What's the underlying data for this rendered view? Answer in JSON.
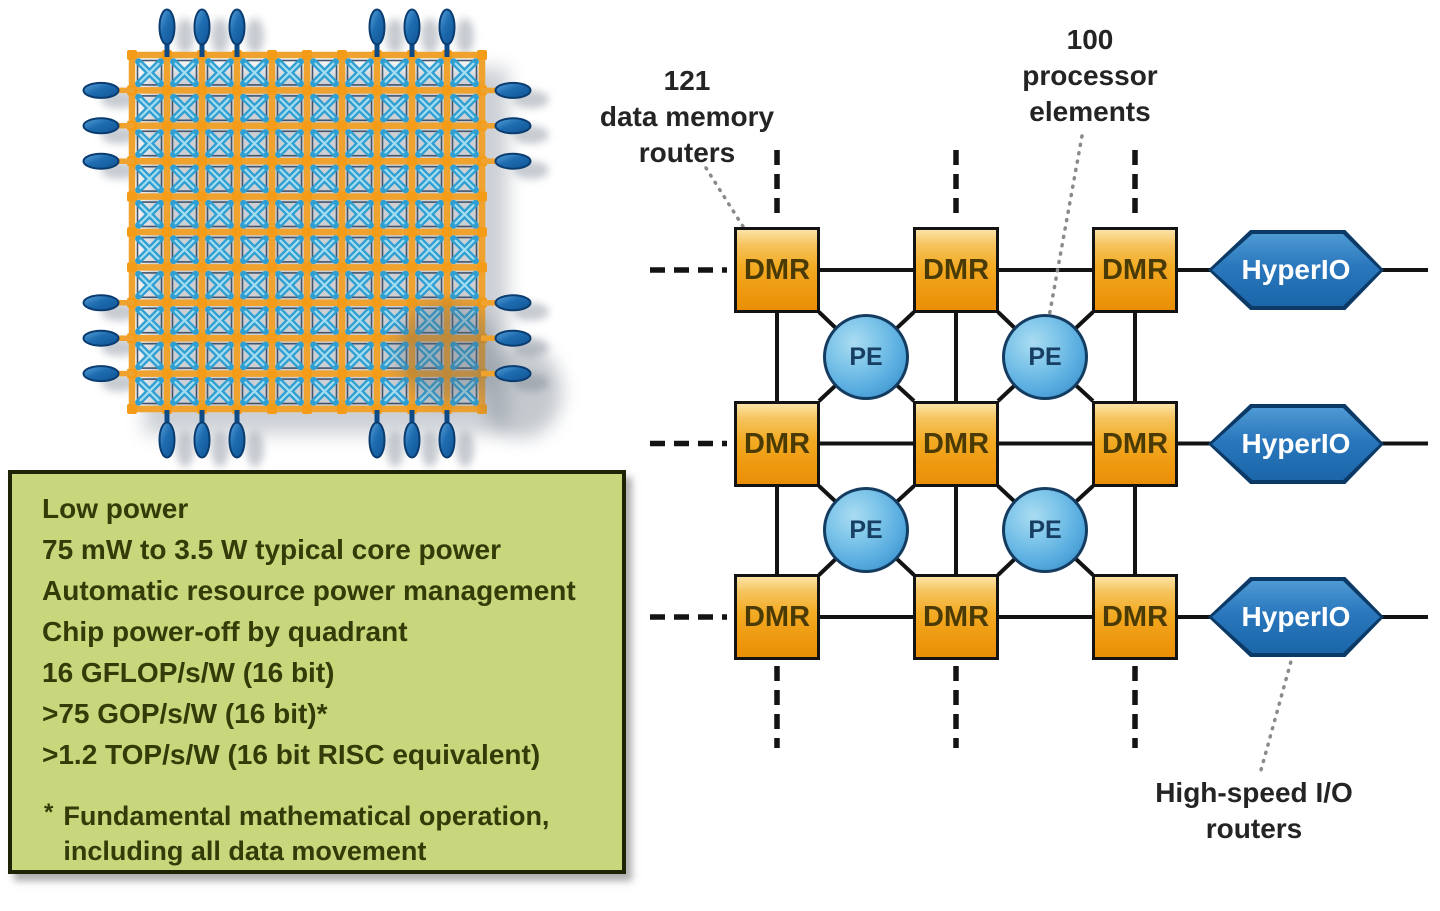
{
  "mesh": {
    "node_rows": 11,
    "node_cols": 11,
    "io_pill_slots": [
      1,
      2,
      3,
      7,
      8,
      9
    ],
    "colors": {
      "grid_orange": "#f0a22e",
      "node_orange": "#f49b17",
      "cell_border": "#44546a",
      "pe_x_blue": "#2f9fd2",
      "pe_x_highlight": "#a5ddf1",
      "pill_blue_light": "#5ba4dc",
      "pill_blue_dark": "#0f5494",
      "pill_border": "#0a3c70",
      "pill_stem_blue": "#0e4a85",
      "shadow_gray": "#8f98a3"
    }
  },
  "diagram": {
    "dmr_label": "DMR",
    "pe_label": "PE",
    "hyperio_label": "HyperIO",
    "annotations": {
      "dmr": {
        "lines": [
          "121",
          "data memory",
          "routers"
        ]
      },
      "pe": {
        "lines": [
          "100",
          "processor",
          "elements"
        ]
      },
      "hyperio": {
        "lines": [
          "High-speed I/O",
          "routers"
        ]
      }
    },
    "colors": {
      "dmr_gradient_top": "#fbe3a6",
      "dmr_gradient_mid": "#f3ab24",
      "dmr_gradient_bottom": "#e98f07",
      "dmr_text": "#4a3a06",
      "pe_fill_light": "#aadcf2",
      "pe_fill_dark": "#2e86c3",
      "pe_text": "#173f63",
      "hyperio_fill_light": "#4e9ad4",
      "hyperio_fill_dark": "#1b66a9",
      "hyperio_border": "#0c3a66",
      "hyperio_text": "#ffffff",
      "line_black": "#131313",
      "leader_gray": "#8a8a8a"
    }
  },
  "infobox": {
    "title": "Low power",
    "lines": [
      "75 mW to 3.5 W typical core power",
      "Automatic resource power management",
      "Chip power-off by quadrant",
      "16 GFLOP/s/W (16 bit)",
      ">75 GOP/s/W (16 bit)*",
      ">1.2 TOP/s/W (16 bit RISC equivalent)"
    ],
    "footnote_marker": "*",
    "footnote_lines": [
      "Fundamental mathematical operation,",
      "including all data movement"
    ],
    "colors": {
      "background": "#c9d77c",
      "border": "#1e2403",
      "text": "#343b08"
    }
  }
}
